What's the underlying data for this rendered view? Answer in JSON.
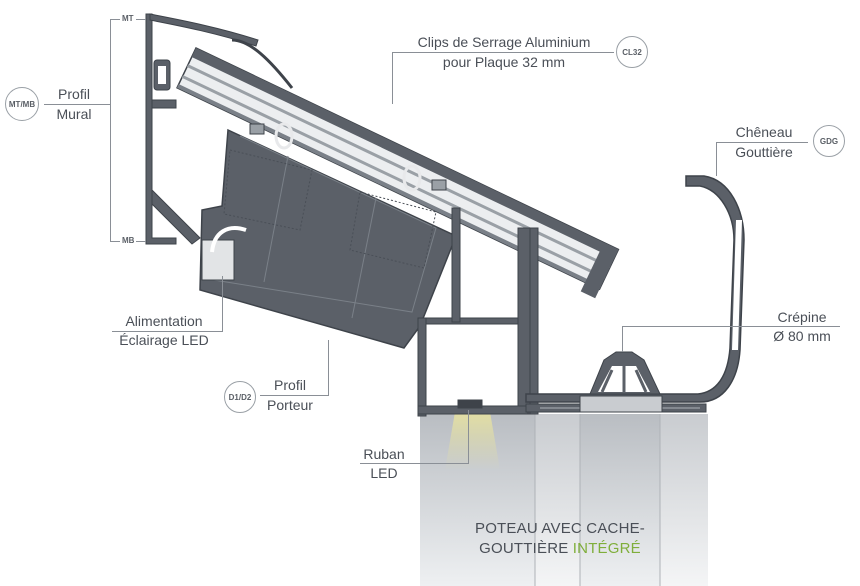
{
  "labels": {
    "clips_line1": "Clips de Serrage Aluminium",
    "clips_line2": "pour Plaque 32 mm",
    "clips_code": "CL32",
    "mural_line1": "Profil",
    "mural_line2": "Mural",
    "mural_code": "MT/MB",
    "mt": "MT",
    "mb": "MB",
    "cheneau_line1": "Chêneau",
    "cheneau_line2": "Gouttière",
    "cheneau_code": "GDG",
    "alim_line1": "Alimentation",
    "alim_line2": "Éclairage LED",
    "crepine_line1": "Crépine",
    "crepine_line2": "Ø 80 mm",
    "porteur_line1": "Profil",
    "porteur_line2": "Porteur",
    "porteur_code": "D1/D2",
    "ruban_line1": "Ruban",
    "ruban_line2": "LED",
    "poteau_line1": "POTEAU AVEC CACHE-",
    "poteau_line2a": "GOUTTIÈRE ",
    "poteau_line2b": "INTÉGRÉ"
  },
  "colors": {
    "profile": "#5b6068",
    "profile_dark": "#3e434a",
    "profile_light": "#7a8088",
    "text": "#4a4f57",
    "accent_green": "#7fae3a",
    "post": "#d5d8dc"
  }
}
